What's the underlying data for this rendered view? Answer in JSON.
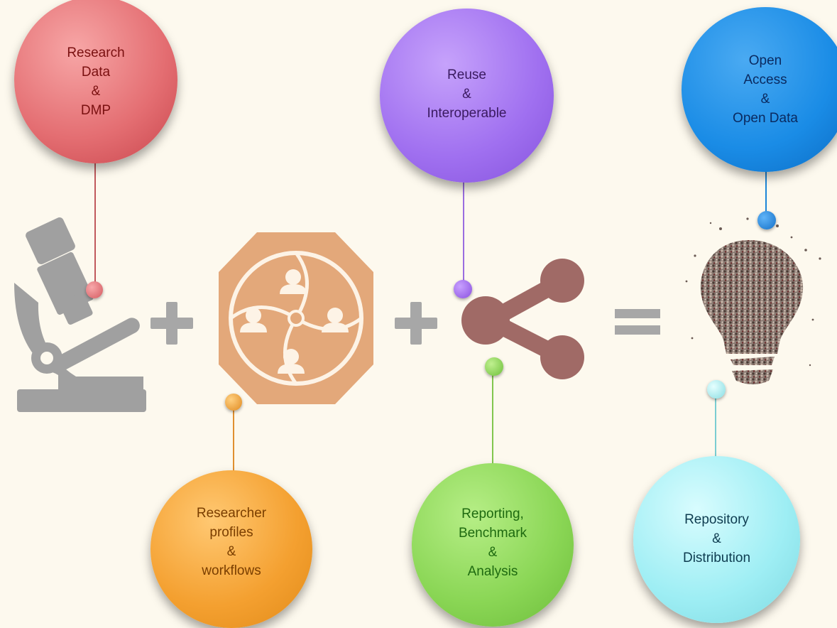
{
  "colors": {
    "background": "#fdf9ee",
    "red": "#e46e72",
    "purple": "#a070f0",
    "blue": "#1a8ce6",
    "orange": "#f4a030",
    "green": "#8ad655",
    "cyan": "#9eeef4",
    "icon_gray": "#a0a0a0",
    "hex_tan": "#e3a87a",
    "share_brown": "#a06a66"
  },
  "bubbles": {
    "research": {
      "lines": [
        "Research",
        "Data",
        "&",
        "DMP"
      ],
      "text_color": "#7a1010"
    },
    "reuse": {
      "lines": [
        "Reuse",
        "&",
        "Interoperable"
      ],
      "text_color": "#3a1a60"
    },
    "open": {
      "lines": [
        "Open",
        "Access",
        "&",
        "Open Data"
      ],
      "text_color": "#0a2a60"
    },
    "profiles": {
      "lines": [
        "Researcher",
        "profiles",
        "&",
        "workflows"
      ],
      "text_color": "#7a3e00"
    },
    "reporting": {
      "lines": [
        "Reporting,",
        "Benchmark",
        "&",
        "Analysis"
      ],
      "text_color": "#1e6a10"
    },
    "repository": {
      "lines": [
        "Repository",
        "&",
        "Distribution"
      ],
      "text_color": "#0e3c50"
    }
  },
  "icons": {
    "microscope": "microscope-icon",
    "team": "team-hexagon-icon",
    "share": "share-icon",
    "lightbulb": "lightbulb-crowd-icon",
    "plus": "plus-icon",
    "equals": "equals-icon"
  }
}
